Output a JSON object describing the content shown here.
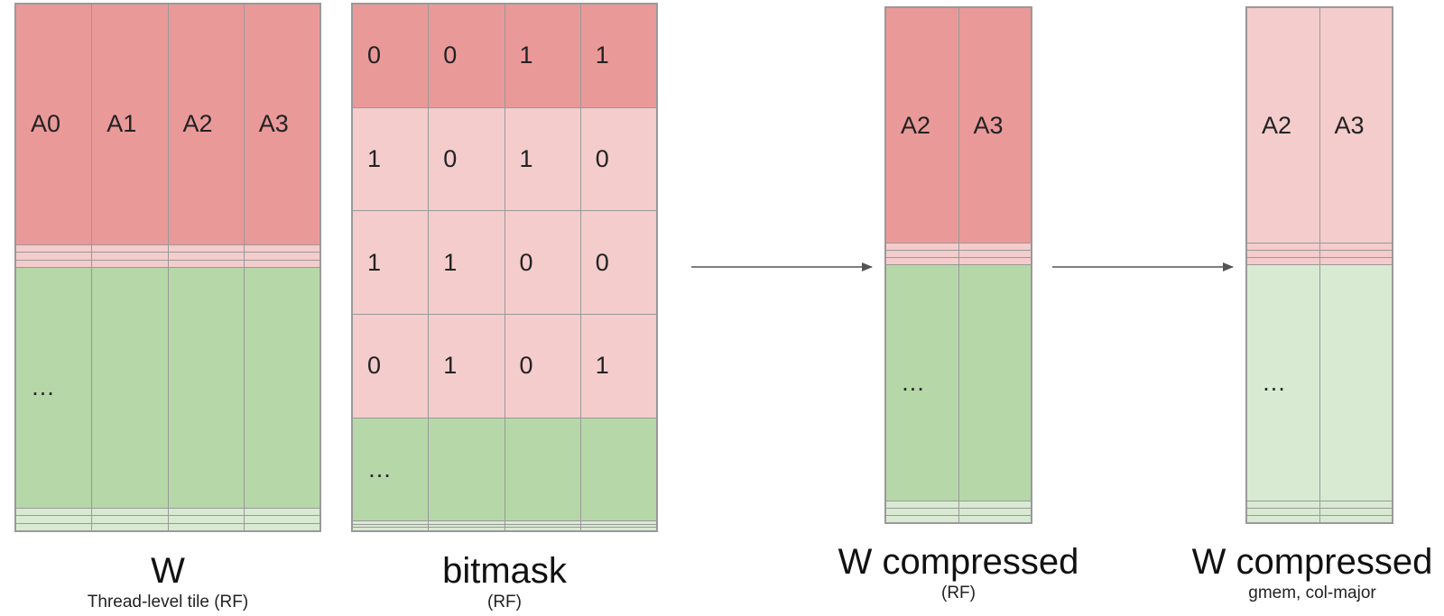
{
  "colors": {
    "header_red": "#ea9999",
    "light_red": "#f4cccc",
    "mid_green": "#b6d7a8",
    "light_green": "#d9ead3",
    "border": "#999999",
    "arrow": "#555555"
  },
  "w": {
    "rows": [
      {
        "style": "header_red",
        "cells": [
          "A0",
          "A1",
          "A2",
          "A3"
        ]
      },
      {
        "style": "light_red",
        "cells": [
          "",
          "",
          "",
          ""
        ]
      },
      {
        "style": "light_red",
        "cells": [
          "",
          "",
          "",
          ""
        ]
      },
      {
        "style": "light_red",
        "cells": [
          "",
          "",
          "",
          ""
        ]
      },
      {
        "style": "mid_green",
        "cells": [
          "…",
          "",
          "",
          ""
        ]
      },
      {
        "style": "light_green",
        "cells": [
          "",
          "",
          "",
          ""
        ]
      },
      {
        "style": "light_green",
        "cells": [
          "",
          "",
          "",
          ""
        ]
      },
      {
        "style": "light_green",
        "cells": [
          "",
          "",
          "",
          ""
        ]
      }
    ],
    "title": "W",
    "subtitle": "Thread-level tile (RF)"
  },
  "bitmask": {
    "rows": [
      {
        "style": "header_red",
        "cells": [
          "0",
          "0",
          "1",
          "1"
        ]
      },
      {
        "style": "light_red",
        "cells": [
          "1",
          "0",
          "1",
          "0"
        ]
      },
      {
        "style": "light_red",
        "cells": [
          "1",
          "1",
          "0",
          "0"
        ]
      },
      {
        "style": "light_red",
        "cells": [
          "0",
          "1",
          "0",
          "1"
        ]
      },
      {
        "style": "mid_green",
        "cells": [
          "…",
          "",
          "",
          ""
        ]
      },
      {
        "style": "light_green",
        "cells": [
          "",
          "",
          "",
          ""
        ]
      },
      {
        "style": "light_green",
        "cells": [
          "",
          "",
          "",
          ""
        ]
      },
      {
        "style": "light_green",
        "cells": [
          "",
          "",
          "",
          ""
        ]
      }
    ],
    "title": "bitmask",
    "subtitle": "(RF)"
  },
  "w_compressed_rf": {
    "rows": [
      {
        "style": "header_red",
        "cells": [
          "A2",
          "A3"
        ]
      },
      {
        "style": "light_red",
        "cells": [
          "",
          ""
        ]
      },
      {
        "style": "light_red",
        "cells": [
          "",
          ""
        ]
      },
      {
        "style": "light_red",
        "cells": [
          "",
          ""
        ]
      },
      {
        "style": "mid_green",
        "cells": [
          "…",
          ""
        ]
      },
      {
        "style": "light_green",
        "cells": [
          "",
          ""
        ]
      },
      {
        "style": "light_green",
        "cells": [
          "",
          ""
        ]
      },
      {
        "style": "light_green",
        "cells": [
          "",
          ""
        ]
      }
    ],
    "title": "W compressed",
    "subtitle": "(RF)"
  },
  "w_compressed_gmem": {
    "rows": [
      {
        "style": "light_red",
        "cells": [
          "A2",
          "A3"
        ]
      },
      {
        "style": "light_red",
        "cells": [
          "",
          ""
        ]
      },
      {
        "style": "light_red",
        "cells": [
          "",
          ""
        ]
      },
      {
        "style": "light_red",
        "cells": [
          "",
          ""
        ]
      },
      {
        "style": "light_green",
        "cells": [
          "…",
          ""
        ]
      },
      {
        "style": "light_green",
        "cells": [
          "",
          ""
        ]
      },
      {
        "style": "light_green",
        "cells": [
          "",
          ""
        ]
      },
      {
        "style": "light_green",
        "cells": [
          "",
          ""
        ]
      }
    ],
    "title": "W compressed",
    "subtitle": "gmem, col-major"
  }
}
